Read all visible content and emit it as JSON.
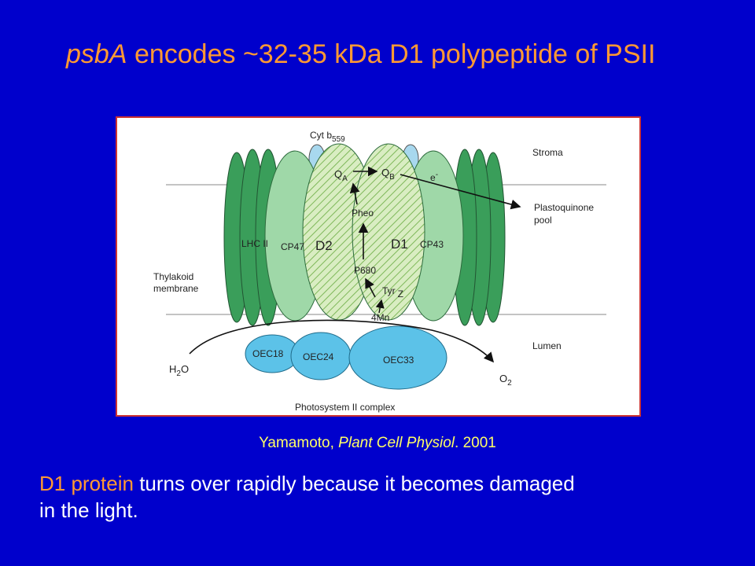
{
  "title": {
    "gene": "psbA",
    "rest": " encodes ~32-35 kDa D1 polypeptide of PSII"
  },
  "diagram": {
    "caption": "Photosystem II complex",
    "cyt_label": "Cyt b",
    "cyt_sub": "559",
    "stroma": "Stroma",
    "lumen": "Lumen",
    "thylakoid_line1": "Thylakoid",
    "thylakoid_line2": "membrane",
    "pq_line1": "Plastoquinone",
    "pq_line2": "pool",
    "lhc": "LHC II",
    "cp47": "CP47",
    "cp43": "CP43",
    "d2": "D2",
    "d1": "D1",
    "qa": "Q",
    "qa_sub": "A",
    "qb": "Q",
    "qb_sub": "B",
    "electron": "e",
    "electron_sup": "-",
    "pheo": "Pheo",
    "p680": "P680",
    "tyr": "Tyr",
    "tyr_z": "Z",
    "mn": "4Mn",
    "oec18": "OEC18",
    "oec24": "OEC24",
    "oec33": "OEC33",
    "h2o": "H",
    "h2o_sub": "2",
    "h2o_end": "O",
    "o2": "O",
    "o2_sub": "2",
    "colors": {
      "dark_green": "#3a9e5a",
      "light_green": "#9fd8a8",
      "hatch_bg": "#d9edc2",
      "hatch_line": "#7fb85a",
      "oec_blue": "#5cc2e8",
      "cyt_blue": "#a8d8ee"
    }
  },
  "citation": {
    "author": "Yamamoto, ",
    "journal": "Plant Cell Physiol",
    "year": ". 2001"
  },
  "body": {
    "highlight": "D1 protein",
    "line1_rest": " turns over rapidly because it becomes damaged",
    "line2": " in the light."
  }
}
